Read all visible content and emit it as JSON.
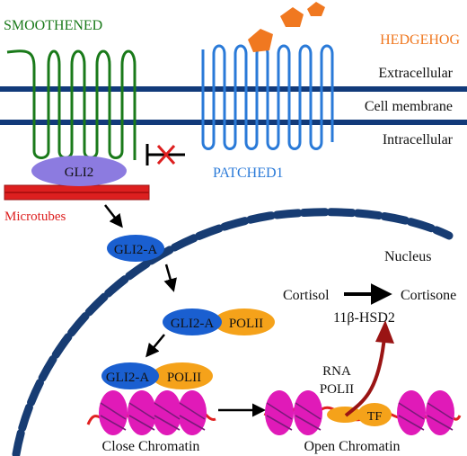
{
  "labels": {
    "smoothened": "SMOOTHENED",
    "hedgehog": "HEDGEHOG",
    "extracellular": "Extracellular",
    "cell_membrane": "Cell membrane",
    "intracellular": "Intracellular",
    "patched1": "PATCHED1",
    "gli2": "GLI2",
    "microtubes": "Microtubes",
    "gli2a": "GLI2-A",
    "nucleus": "Nucleus",
    "cortisol": "Cortisol",
    "cortisone": "Cortisone",
    "enzyme": "11β-HSD2",
    "polii": "POLII",
    "rna": "RNA",
    "rna_polii": "POLII",
    "tf": "TF",
    "close_chromatin": "Close Chromatin",
    "open_chromatin": "Open Chromatin"
  },
  "colors": {
    "smoothened": "#1a7a1a",
    "hedgehog": "#f07820",
    "membrane": "#123a7a",
    "patched": "#2a7ad8",
    "gli2_body": "#8c7be0",
    "microtubes": "#dd1f1f",
    "gli2a": "#1a5fd0",
    "polii": "#f5a21a",
    "nucleus": "#173c73",
    "histone": "#e01ab8",
    "dna": "#e02020",
    "arrow_red": "#9a1414",
    "text": "#111111"
  }
}
